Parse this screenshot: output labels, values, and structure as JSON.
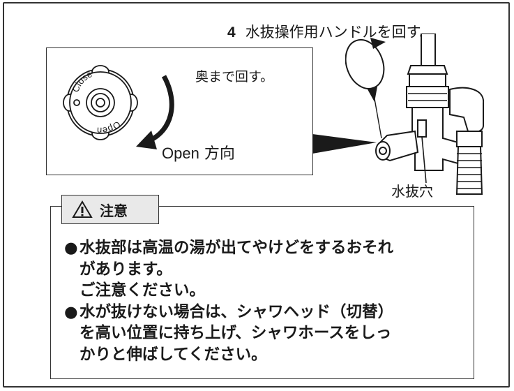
{
  "step": {
    "number": "4",
    "text": "水抜操作用ハンドルを回す。"
  },
  "inset": {
    "caption": "奥まで回す。",
    "open_word": "Open",
    "direction_word": "方向",
    "knob_close_label": "Close",
    "knob_open_label": "Open"
  },
  "hole_label": "水抜穴",
  "caution": {
    "title": "注意",
    "items": [
      {
        "bullet": "●",
        "lines": [
          "水抜部は高温の湯が出てやけどをするおそれ",
          "があります。",
          "ご注意ください。"
        ]
      },
      {
        "bullet": "●",
        "lines": [
          "水が抜けない場合は、シャワヘッド（切替）",
          "を高い位置に持ち上げ、シャワホースをしっ",
          "かりと伸ばしてください。"
        ]
      }
    ]
  },
  "colors": {
    "line": "#1a1a1a",
    "tag_fill": "#e9e9e9",
    "pipe_fill": "#ffffff"
  }
}
